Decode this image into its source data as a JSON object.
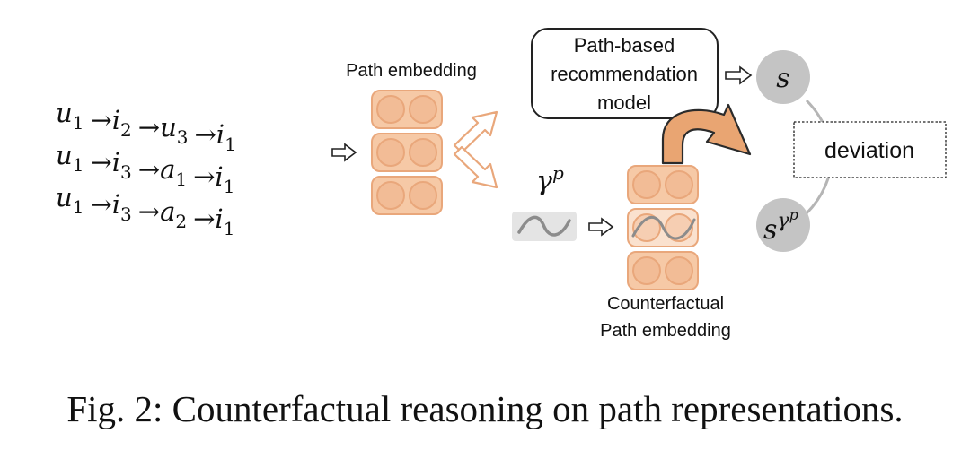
{
  "paths": [
    {
      "tokens": [
        {
          "base": "u",
          "sub": "1"
        },
        {
          "base": "i",
          "sub": "2"
        },
        {
          "base": "u",
          "sub": "3"
        },
        {
          "base": "i",
          "sub": "1"
        }
      ]
    },
    {
      "tokens": [
        {
          "base": "u",
          "sub": "1"
        },
        {
          "base": "i",
          "sub": "3"
        },
        {
          "base": "a",
          "sub": "1"
        },
        {
          "base": "i",
          "sub": "1"
        }
      ]
    },
    {
      "tokens": [
        {
          "base": "u",
          "sub": "1"
        },
        {
          "base": "i",
          "sub": "3"
        },
        {
          "base": "a",
          "sub": "2"
        },
        {
          "base": "i",
          "sub": "1"
        }
      ]
    }
  ],
  "path_arrow": "→",
  "embedding_label": "Path embedding",
  "model_label_lines": [
    "Path-based",
    "recommendation",
    "model"
  ],
  "score_label": "s",
  "gamma_base": "γ",
  "gamma_sup": "p",
  "deviation_label": "deviation",
  "counterfactual_label_lines": [
    "Counterfactual",
    "Path embedding"
  ],
  "caption": "Fig. 2: Counterfactual reasoning on path representations.",
  "colors": {
    "embedding_fill": "#f6c9a6",
    "embedding_stroke": "#e9a77b",
    "circle_fill": "#f2bc96",
    "curved_arrow_fill": "#e9a572",
    "curved_arrow_stroke": "#2b2b2b",
    "score_fill": "#c4c4c4",
    "noise_bg": "#e4e4e4",
    "noise_line": "#8c8c8c",
    "deviation_line": "#b5b5b5"
  }
}
